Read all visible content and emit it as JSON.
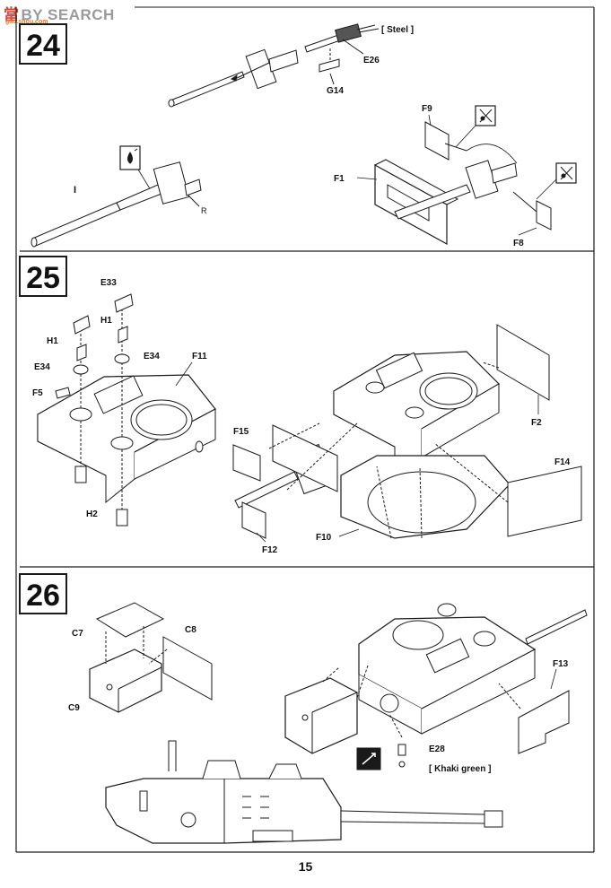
{
  "watermark": {
    "brand_cn": "當",
    "brand_en": "BY SEARCH",
    "sub": "gao.shou.com"
  },
  "steps": [
    {
      "number": "24"
    },
    {
      "number": "25"
    },
    {
      "number": "26"
    }
  ],
  "labels": {
    "steel": "[ Steel ]",
    "e26": "E26",
    "g14": "G14",
    "f9": "F9",
    "f1": "F1",
    "f8": "F8",
    "roman_i": "I",
    "r": "R",
    "e33": "E33",
    "h1a": "H1",
    "h1b": "H1",
    "e34a": "E34",
    "e34b": "E34",
    "f5": "F5",
    "f11": "F11",
    "h2": "H2",
    "f15": "F15",
    "f12": "F12",
    "f10": "F10",
    "f2": "F2",
    "f14": "F14",
    "c7": "C7",
    "c8": "C8",
    "c9": "C9",
    "f13": "F13",
    "e28": "E28",
    "khaki": "[ Khaki green ]"
  },
  "page": {
    "number": "15"
  },
  "colors": {
    "line": "#1a1a1a",
    "accent_red": "#d44a3a"
  }
}
